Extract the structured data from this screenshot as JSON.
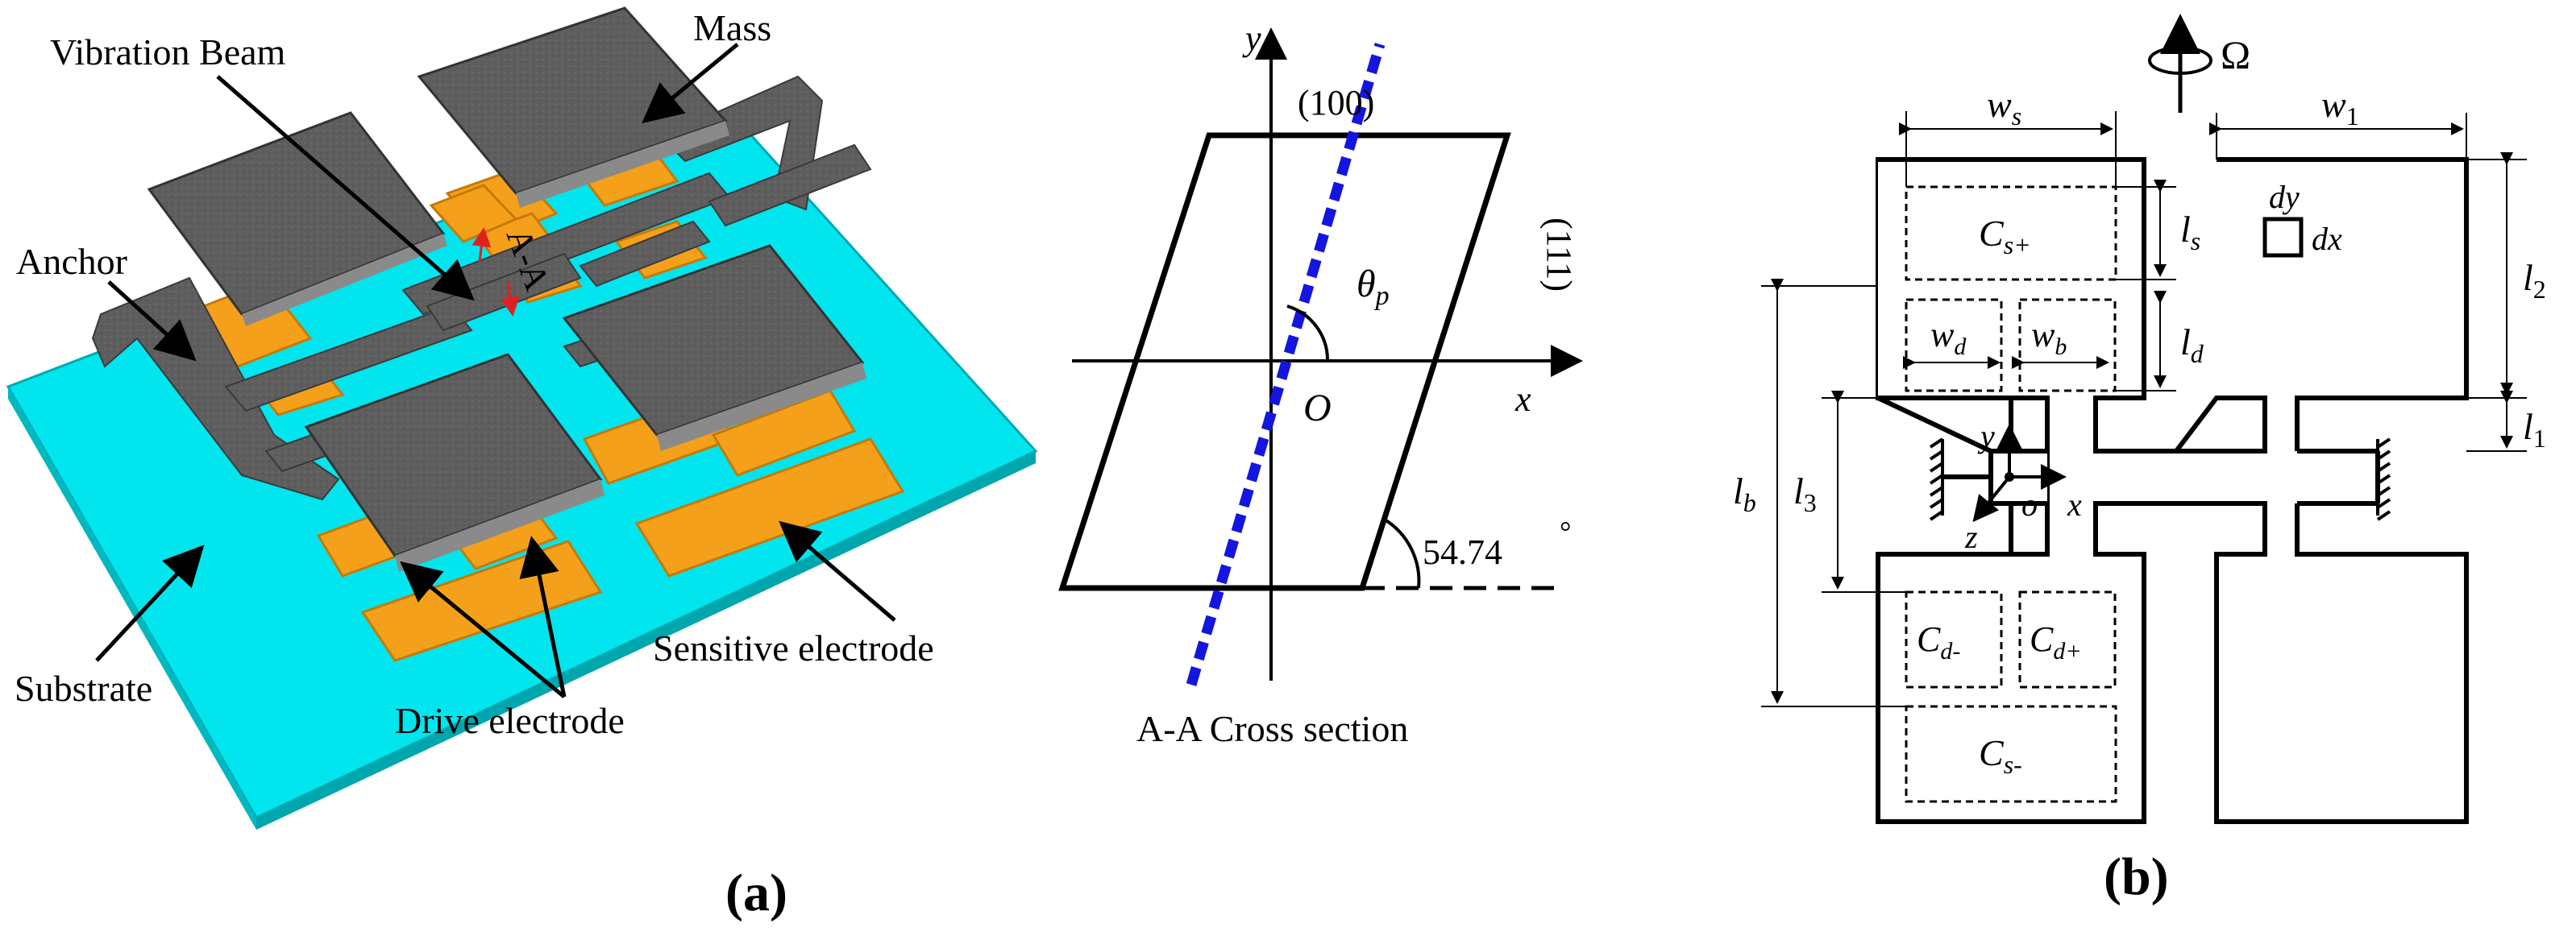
{
  "panel_a": {
    "labels": {
      "mass": "Mass",
      "vibration_beam": "Vibration Beam",
      "anchor": "Anchor",
      "substrate": "Substrate",
      "sensitive_electrode": "Sensitive electrode",
      "drive_electrode": "Drive electrode",
      "section_mark": "A-A"
    },
    "cross_section": {
      "y_axis": "y",
      "x_axis": "x",
      "origin": "O",
      "plane_100": "(100)",
      "plane_111": "(111)",
      "theta": "θ",
      "theta_sub": "p",
      "angle": "54.74",
      "degree": "°",
      "caption": "A-A Cross section"
    },
    "caption": "(a)"
  },
  "panel_b": {
    "omega": "Ω",
    "dims": {
      "ws": "w",
      "ws_sub": "s",
      "w1": "w",
      "w1_sub": "1",
      "ls": "l",
      "ls_sub": "s",
      "ld": "l",
      "ld_sub": "d",
      "l2": "l",
      "l2_sub": "2",
      "l1": "l",
      "l1_sub": "1",
      "l3": "l",
      "l3_sub": "3",
      "lb": "l",
      "lb_sub": "b",
      "wd": "w",
      "wd_sub": "d",
      "wb": "w",
      "wb_sub": "b",
      "dy": "dy",
      "dx": "dx"
    },
    "caps": {
      "cs_plus": "C",
      "cs_plus_sub": "s+",
      "cs_minus": "C",
      "cs_minus_sub": "s-",
      "cd_minus": "C",
      "cd_minus_sub": "d-",
      "cd_plus": "C",
      "cd_plus_sub": "d+"
    },
    "axes": {
      "x": "x",
      "y": "y",
      "z": "z",
      "o": "o"
    },
    "caption": "(b)"
  },
  "colors": {
    "substrate": "#00e5ee",
    "electrode": "#f5a01a",
    "mass": "#5e5e5e",
    "dashed_axis": "#1515e0"
  }
}
